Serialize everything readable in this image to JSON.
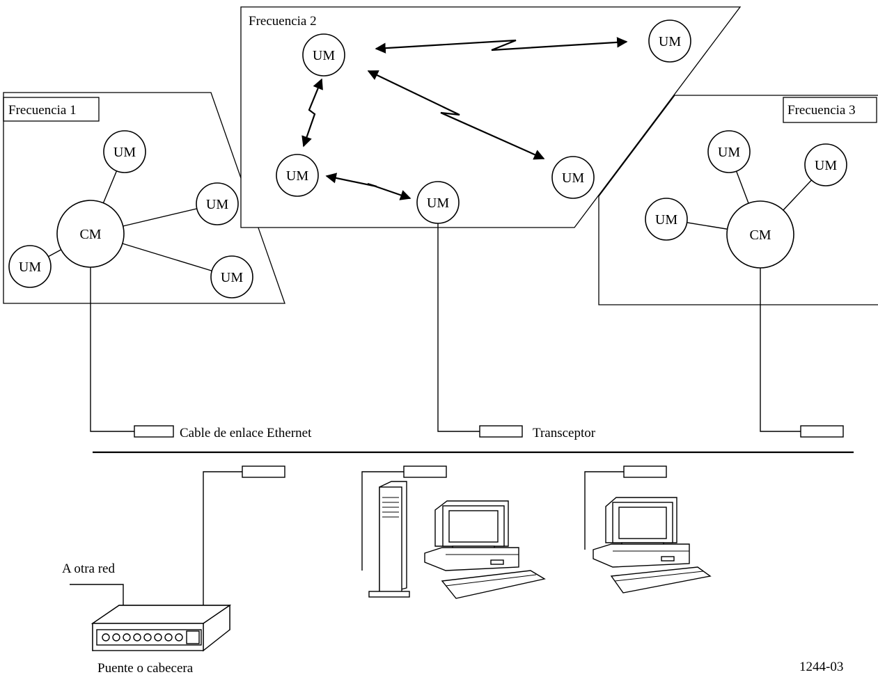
{
  "zones": {
    "zone1_label": "Frecuencia 1",
    "zone2_label": "Frecuencia 2",
    "zone3_label": "Frecuencia 3"
  },
  "nodes": {
    "um": "UM",
    "cm": "CM"
  },
  "labels": {
    "ethernet_drop_cable": "Cable de enlace Ethernet",
    "transceiver": "Transceptor",
    "other_network": "A otra red",
    "bridge_or_head": "Puente o cabecera",
    "figure_ref": "1244-03"
  }
}
